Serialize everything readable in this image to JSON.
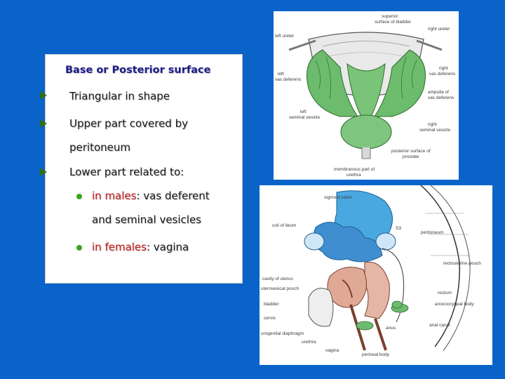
{
  "slide": {
    "heading": "Base or Posterior surface",
    "bullets": [
      {
        "text": "Triangular in shape"
      },
      {
        "line1": "Upper part covered by",
        "line2": "peritoneum"
      },
      {
        "text": "Lower part related to:"
      }
    ],
    "subbullets": [
      {
        "red": "in males",
        "rest": ": vas deferent",
        "line2": "and seminal vesicles"
      },
      {
        "red": "in females",
        "rest": ": vagina"
      }
    ]
  },
  "diagram1": {
    "labels": {
      "superior": "superior",
      "superior2": "surface of bladder",
      "left_ureter": "left ureter",
      "right_ureter": "right ureter",
      "left_vas1": "left",
      "left_vas2": "vas deferens",
      "right_vas1": "right",
      "right_vas2": "vas deferens",
      "ampulla1": "ampulla of",
      "ampulla2": "vas deferens",
      "left_sv1": "left",
      "left_sv2": "seminal vesicle",
      "right_sv1": "right",
      "right_sv2": "seminal vesicle",
      "post_prostate1": "posterior surface of",
      "post_prostate2": "prostate",
      "membranous1": "membranous part of",
      "membranous2": "urethra"
    }
  },
  "diagram2": {
    "labels": {
      "sigmoid": "sigmoid colon",
      "coil": "coil of ileum",
      "s3": "S3",
      "peritoneum": "peritoneum",
      "rectouterine": "rectouterine pouch",
      "cavity": "cavity of uterus",
      "uterovesical": "uterovesical pouch",
      "rectum": "rectum",
      "bladder": "bladder",
      "anococcygeal": "anococcygeal body",
      "cervix": "cervix",
      "anal_canal": "anal canal",
      "anus": "anus",
      "urogenital": "urogenital diaphragm",
      "urethra": "urethra",
      "vagina": "vagina",
      "perineal": "perineal body"
    }
  }
}
